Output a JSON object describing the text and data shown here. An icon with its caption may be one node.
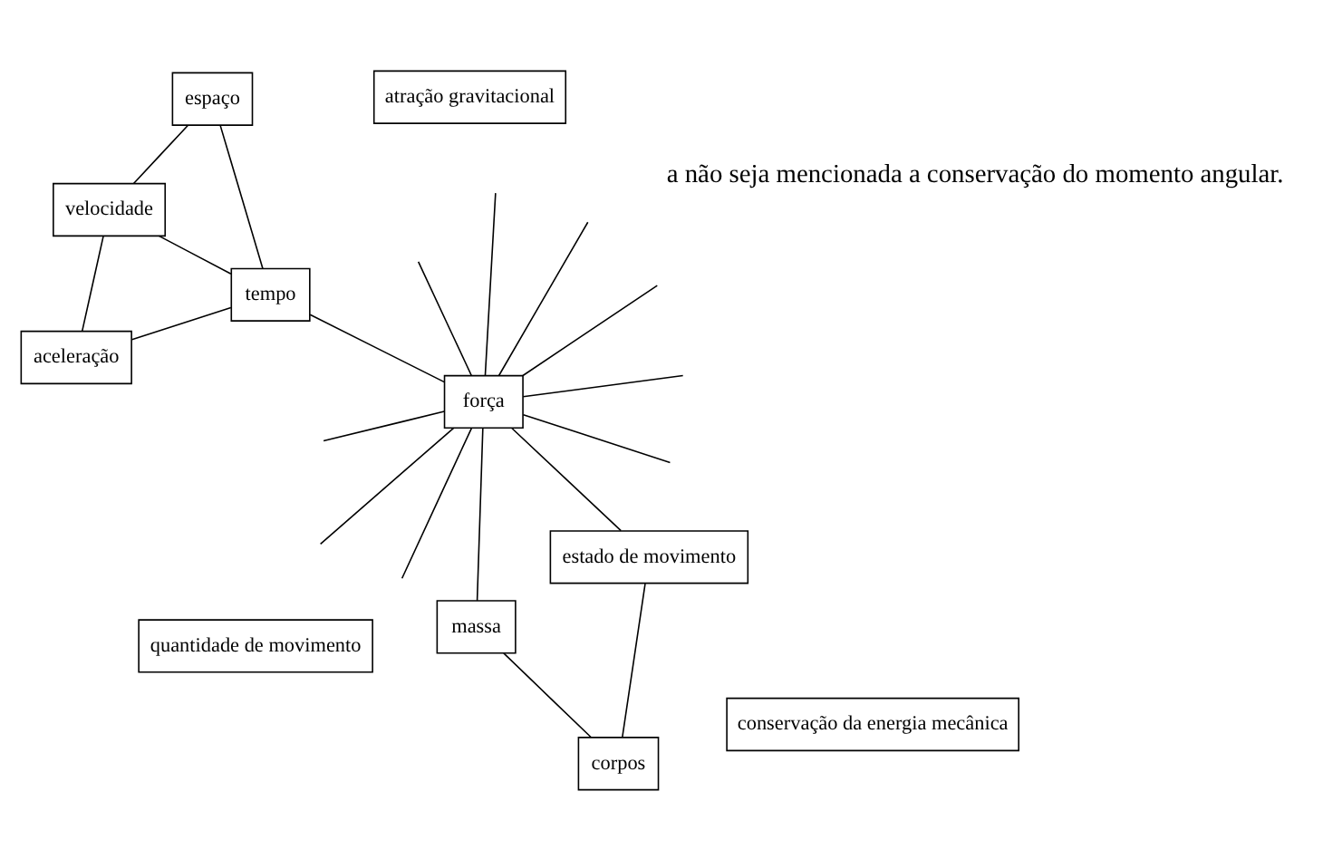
{
  "diagram": {
    "nodes": [
      {
        "text": [
          "quantidade de movimento"
        ]
      },
      {
        "text": [
          "conservação da energia mecânica"
        ]
      },
      {
        "text": [
          "aceleração"
        ]
      },
      {
        "text": [
          "velocidade"
        ]
      },
      {
        "text": [
          "atração gravitacional"
        ]
      },
      {
        "text": [
          "tempo"
        ]
      },
      {
        "text": [
          "espaço"
        ]
      },
      {
        "text": [
          "massa"
        ]
      },
      {
        "text": [
          "força"
        ]
      },
      {
        "text": [
          "corpos"
        ]
      },
      {
        "text": [
          "estado de movimento"
        ]
      }
    ],
    "edges": [
      {
        "from": 2,
        "to": 3,
        "arrow": "none"
      },
      {
        "from": 2,
        "to": 5,
        "arrow": "none"
      },
      {
        "from": 3,
        "to": 5,
        "arrow": "none"
      },
      {
        "from": 3,
        "to": 6,
        "arrow": "none"
      },
      {
        "from": 5,
        "to": 6,
        "arrow": "none"
      },
      {
        "from": 5,
        "to": 8,
        "arrow": "none"
      },
      {
        "from": 7,
        "to": 8,
        "arrow": "none"
      },
      {
        "from": 7,
        "to": 9,
        "arrow": "none"
      },
      {
        "from": 9,
        "to": 10,
        "arrow": "none"
      },
      {
        "from": 8,
        "to": 10,
        "arrow": "none"
      },
      {
        "from": 8,
        "to": null,
        "arrow": "none"
      },
      {
        "from": 8,
        "to": null,
        "arrow": "none"
      },
      {
        "from": 8,
        "to": null,
        "arrow": "none"
      },
      {
        "from": 8,
        "to": null,
        "arrow": "none"
      },
      {
        "from": 8,
        "to": null,
        "arrow": "none"
      },
      {
        "from": 8,
        "to": null,
        "arrow": "none"
      },
      {
        "from": 8,
        "to": null,
        "arrow": "none"
      },
      {
        "from": 8,
        "to": null,
        "arrow": "none"
      },
      {
        "from": 8,
        "to": null,
        "arrow": "none"
      }
    ],
    "labels": [
      "a não seja mencionada a conservação do momento angular."
    ]
  }
}
